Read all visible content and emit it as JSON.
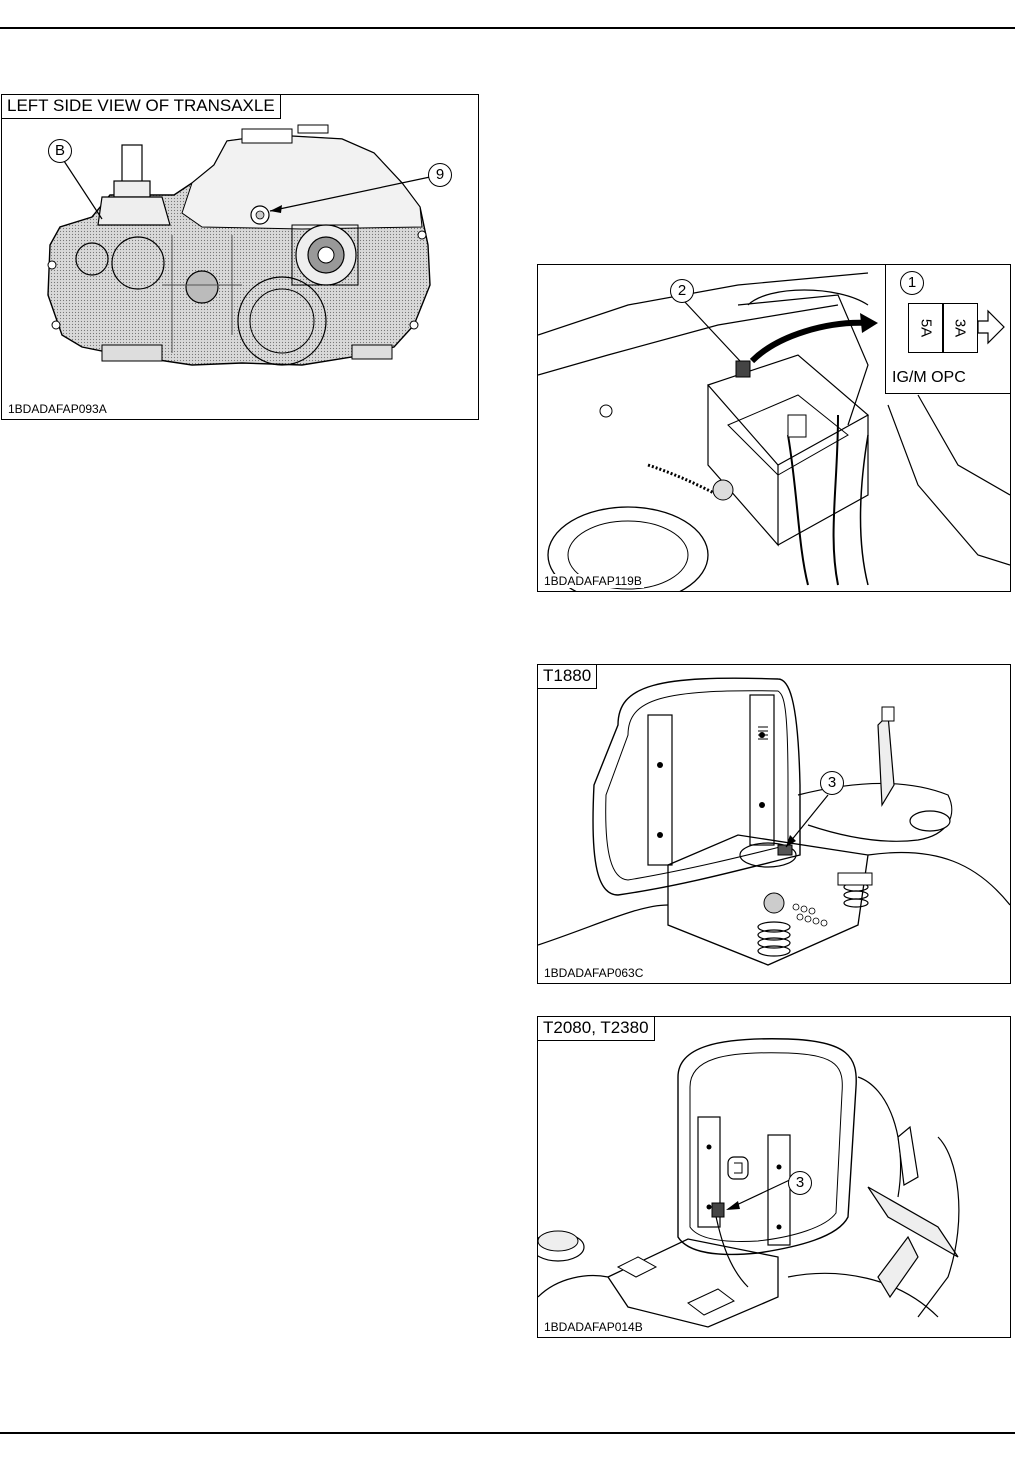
{
  "figures": {
    "transaxle": {
      "title": "LEFT SIDE VIEW OF TRANSAXLE",
      "image_id": "1BDADAFAP093A",
      "callouts": {
        "b": "B",
        "nine": "9"
      }
    },
    "fuse": {
      "image_id": "1BDADAFAP119B",
      "callouts": {
        "one": "1",
        "two": "2"
      },
      "fuse_values": [
        "5A",
        "3A"
      ],
      "fuse_caption": "IG/M OPC"
    },
    "seat_t1880": {
      "title": "T1880",
      "image_id": "1BDADAFAP063C",
      "callouts": {
        "three": "3"
      }
    },
    "seat_t2080": {
      "title": "T2080, T2380",
      "image_id": "1BDADAFAP014B",
      "callouts": {
        "three": "3"
      }
    }
  }
}
